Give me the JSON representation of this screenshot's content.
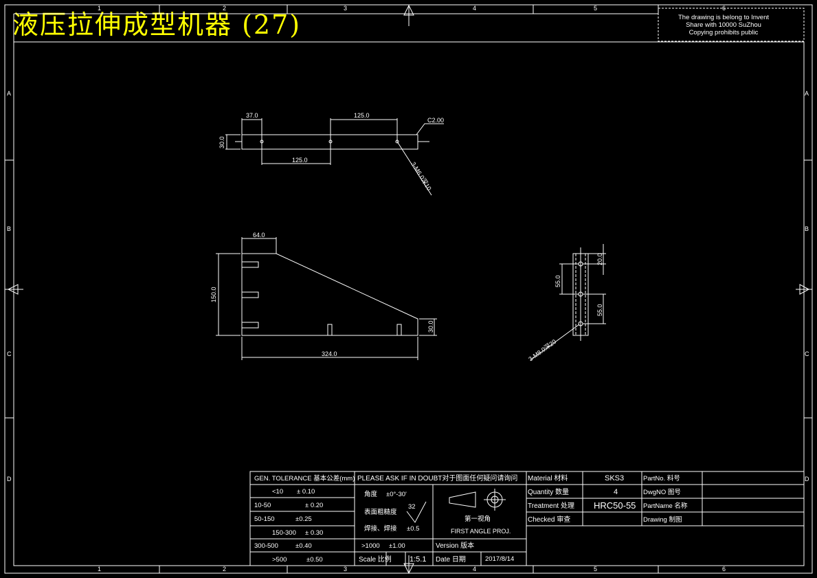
{
  "title": "液压拉伸成型机器 (27)",
  "watermark": [
    "The drawing is belong to Invent",
    "Share with 10000 SuZhou",
    "Copying prohibits public"
  ],
  "frame": {
    "col_labels": [
      "1",
      "2",
      "3",
      "4",
      "5",
      "6"
    ],
    "row_labels": [
      "A",
      "B",
      "C",
      "D"
    ]
  },
  "views": {
    "top": {
      "dims": [
        "37.0",
        "125.0",
        "C2.00",
        "30.0",
        "125.0"
      ],
      "callout": "3-M6.0深10"
    },
    "front": {
      "dims": [
        "64.0",
        "150.0",
        "324.0",
        "30.0"
      ]
    },
    "side": {
      "dims": [
        "20.0",
        "55.0",
        "55.0"
      ],
      "callout": "3-M8.0深20"
    }
  },
  "title_block": {
    "gen_tolerance": "GEN. TOLERANCE 基本公差(mm)",
    "please_ask": "PLEASE ASK IF IN DOUBT对于图面任何疑问请询问",
    "tolerances": [
      {
        "range": "<10",
        "tol": "± 0.10"
      },
      {
        "range": "10-50",
        "tol": "± 0.20"
      },
      {
        "range": "50-150",
        "tol": "±0.25"
      },
      {
        "range": "150-300",
        "tol": "± 0.30"
      },
      {
        "range": "300-500",
        "tol": "±0.40"
      },
      {
        "range": ">500",
        "tol": "±0.50"
      }
    ],
    "angle_label": "角度",
    "angle_value": "±0°-30'",
    "surface_label": "表面粗糙度",
    "surface_value": "32",
    "weld_label": "焊接、焊接",
    "weld_value": "±0.5",
    "over1000": ">1000",
    "over1000_tol": "±1.00",
    "projection_cn": "第一视角",
    "projection_en": "FIRST ANGLE PROJ.",
    "scale_label": "Scale 比例",
    "scale_value": "1:5.1",
    "version_label": "Version 版本",
    "date_label": "Date    日期",
    "date_value": "2017/8/14",
    "material_label": "Material  材料",
    "material_value": "SKS3",
    "quantity_label": "Quantity  数量",
    "quantity_value": "4",
    "treatment_label": "Treatment  处理",
    "treatment_value": "HRC50-55",
    "checked_label": "Checked  审查",
    "partno_label": "PartNo.    料号",
    "dwgno_label": "DwgNO     图号",
    "partname_label": "PartName  名称",
    "drawing_label": "Drawing    制图"
  }
}
